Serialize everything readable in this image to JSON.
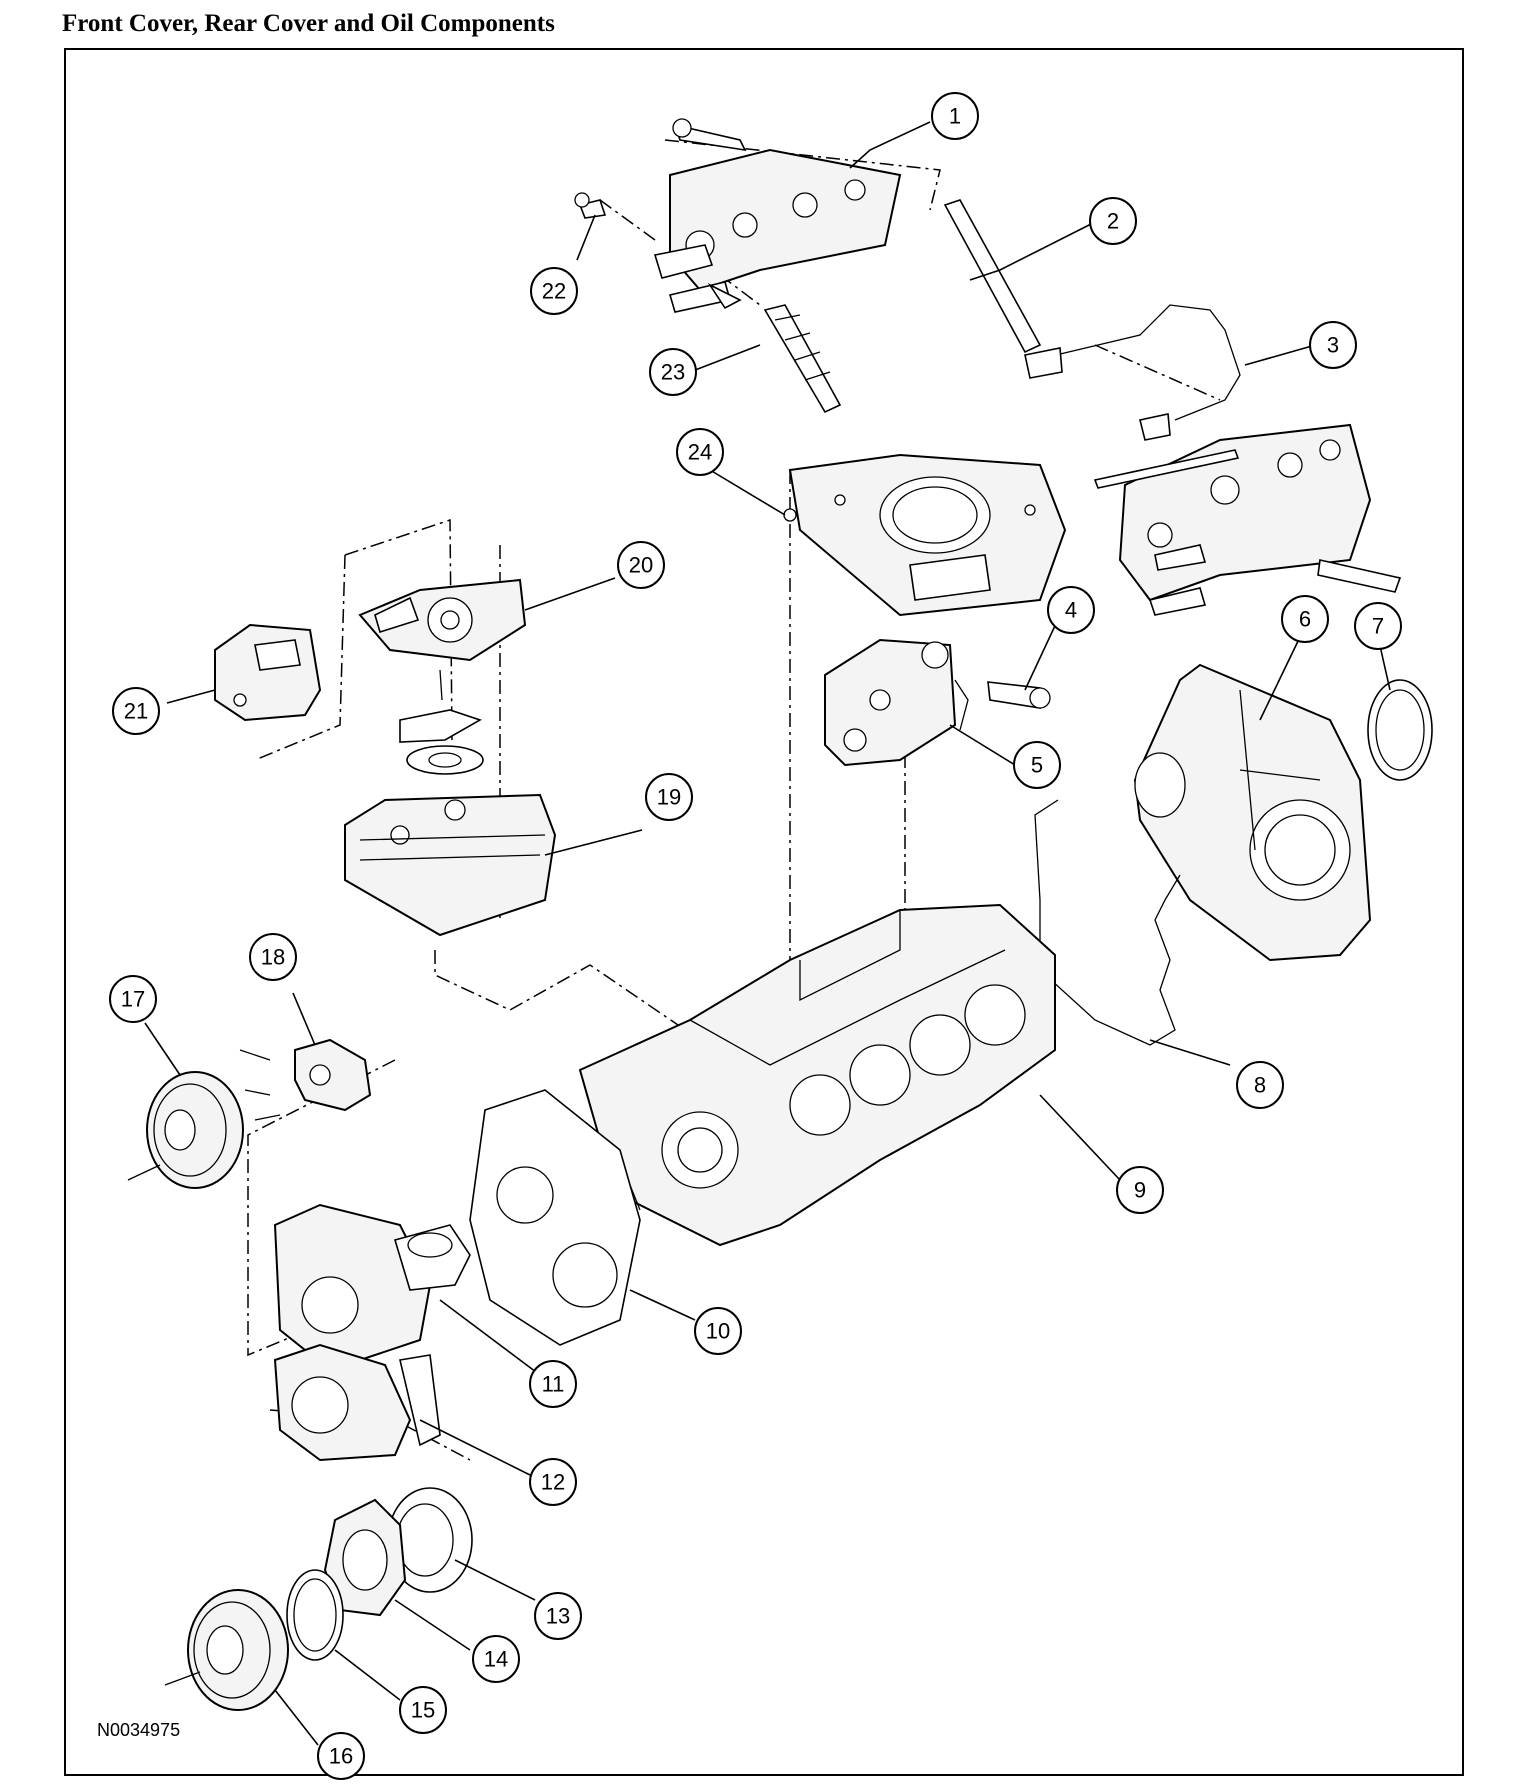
{
  "title": "Front Cover, Rear Cover and Oil Components",
  "figure_id": "N0034975",
  "callouts": [
    "1",
    "2",
    "3",
    "4",
    "5",
    "6",
    "7",
    "8",
    "9",
    "10",
    "11",
    "12",
    "13",
    "14",
    "15",
    "16",
    "17",
    "18",
    "19",
    "20",
    "21",
    "22",
    "23",
    "24"
  ]
}
